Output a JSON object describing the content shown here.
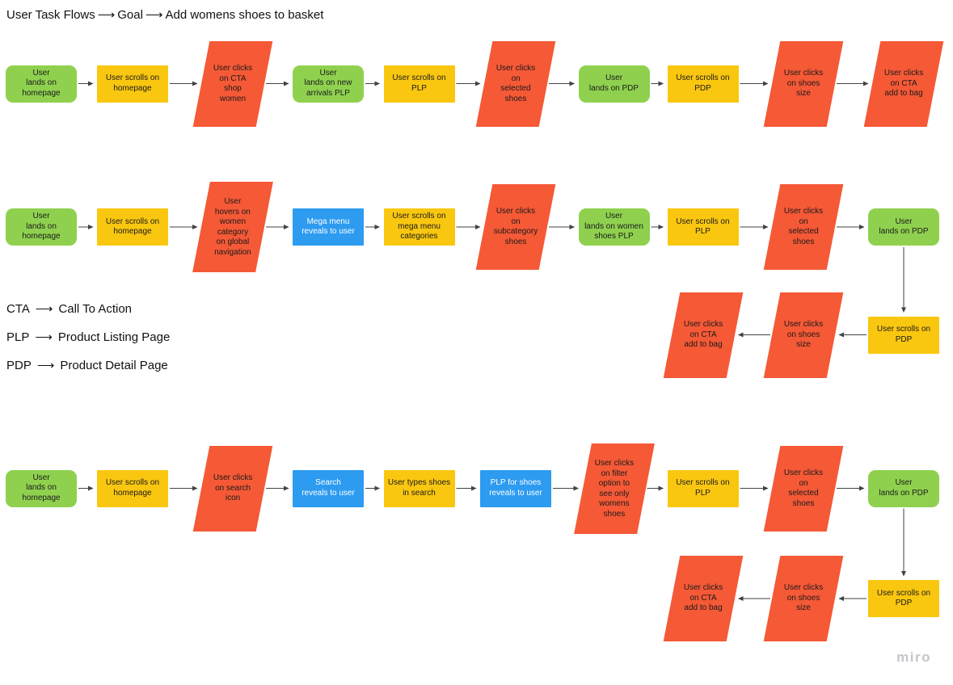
{
  "title": {
    "segments": [
      "User Task Flows",
      "Goal",
      "Add womens shoes to basket"
    ],
    "arrow": "⟶"
  },
  "legend_arrow": "⟶",
  "legend": [
    {
      "term": "CTA",
      "definition": "Call To Action"
    },
    {
      "term": "PLP",
      "definition": "Product Listing Page"
    },
    {
      "term": "PDP",
      "definition": "Product Detail Page"
    }
  ],
  "watermark": "miro",
  "palette": {
    "green": "#8fd14f",
    "yellow": "#fac710",
    "orange": "#f55936",
    "blue": "#2d9bf0",
    "text_dark": "#1a1a1a",
    "text_light": "#ffffff",
    "arrow": "#424242"
  },
  "flows": [
    {
      "nodes": [
        {
          "label": "User\nlands on\nhomepage",
          "shape": "rounded",
          "color": "green"
        },
        {
          "label": "User scrolls on\nhomepage",
          "shape": "rect",
          "color": "yellow"
        },
        {
          "label": "User clicks\non CTA\nshop\nwomen",
          "shape": "para",
          "color": "orange"
        },
        {
          "label": "User\nlands on new\narrivals PLP",
          "shape": "rounded",
          "color": "green"
        },
        {
          "label": "User scrolls on\nPLP",
          "shape": "rect",
          "color": "yellow"
        },
        {
          "label": "User clicks\non\nselected\nshoes",
          "shape": "para",
          "color": "orange"
        },
        {
          "label": "User\nlands on PDP",
          "shape": "rounded",
          "color": "green"
        },
        {
          "label": "User scrolls on\nPDP",
          "shape": "rect",
          "color": "yellow"
        },
        {
          "label": "User clicks\non shoes\nsize",
          "shape": "para",
          "color": "orange"
        },
        {
          "label": "User clicks\non CTA\nadd to bag",
          "shape": "para",
          "color": "orange"
        }
      ]
    },
    {
      "nodes": [
        {
          "label": "User\nlands on\nhomepage",
          "shape": "rounded",
          "color": "green"
        },
        {
          "label": "User scrolls on\nhomepage",
          "shape": "rect",
          "color": "yellow"
        },
        {
          "label": "User\nhovers on\nwomen\ncategory\non global\nnavigation",
          "shape": "para",
          "color": "orange"
        },
        {
          "label": "Mega menu\nreveals to user",
          "shape": "rect",
          "color": "blue"
        },
        {
          "label": "User scrolls on\nmega menu\ncategories",
          "shape": "rect",
          "color": "yellow"
        },
        {
          "label": "User clicks\non\nsubcategory\nshoes",
          "shape": "para",
          "color": "orange"
        },
        {
          "label": "User\nlands on women\nshoes PLP",
          "shape": "rounded",
          "color": "green"
        },
        {
          "label": "User scrolls on\nPLP",
          "shape": "rect",
          "color": "yellow"
        },
        {
          "label": "User clicks\non\nselected\nshoes",
          "shape": "para",
          "color": "orange"
        },
        {
          "label": "User\nlands on PDP",
          "shape": "rounded",
          "color": "green"
        },
        {
          "label": "User scrolls on\nPDP",
          "shape": "rect",
          "color": "yellow"
        },
        {
          "label": "User clicks\non shoes\nsize",
          "shape": "para",
          "color": "orange"
        },
        {
          "label": "User clicks\non CTA\nadd to bag",
          "shape": "para",
          "color": "orange"
        }
      ]
    },
    {
      "nodes": [
        {
          "label": "User\nlands on\nhomepage",
          "shape": "rounded",
          "color": "green"
        },
        {
          "label": "User scrolls on\nhomepage",
          "shape": "rect",
          "color": "yellow"
        },
        {
          "label": "User clicks\non search\nicon",
          "shape": "para",
          "color": "orange"
        },
        {
          "label": "Search\nreveals to user",
          "shape": "rect",
          "color": "blue"
        },
        {
          "label": "User types shoes\nin search",
          "shape": "rect",
          "color": "yellow"
        },
        {
          "label": "PLP for shoes\nreveals to user",
          "shape": "rect",
          "color": "blue"
        },
        {
          "label": "User clicks\non filter\noption to\nsee only\nwomens\nshoes",
          "shape": "para",
          "color": "orange"
        },
        {
          "label": "User scrolls on\nPLP",
          "shape": "rect",
          "color": "yellow"
        },
        {
          "label": "User clicks\non\nselected\nshoes",
          "shape": "para",
          "color": "orange"
        },
        {
          "label": "User\nlands on PDP",
          "shape": "rounded",
          "color": "green"
        },
        {
          "label": "User scrolls on\nPDP",
          "shape": "rect",
          "color": "yellow"
        },
        {
          "label": "User clicks\non shoes\nsize",
          "shape": "para",
          "color": "orange"
        },
        {
          "label": "User clicks\non CTA\nadd to bag",
          "shape": "para",
          "color": "orange"
        }
      ]
    }
  ]
}
